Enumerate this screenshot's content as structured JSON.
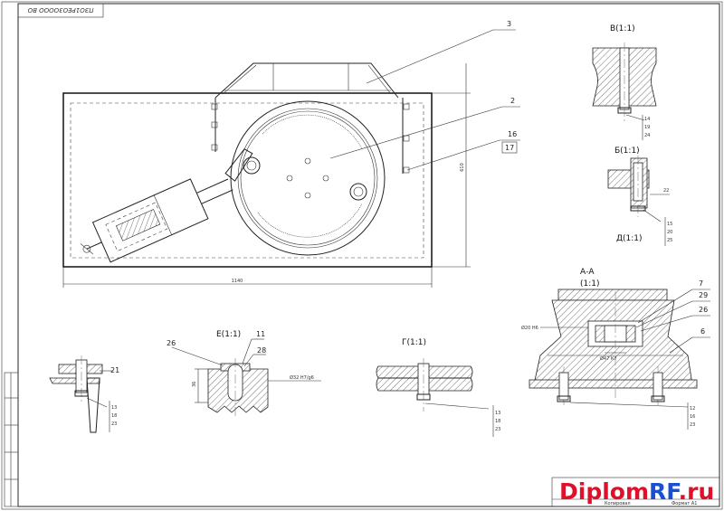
{
  "title_block": {
    "designation": "ПЗО1РЕО3ОООО ВО"
  },
  "overall_dims": {
    "width": "1140",
    "height": "610"
  },
  "leaders": {
    "main_view": [
      "3",
      "2",
      "16",
      "17"
    ],
    "view_B": [
      "14",
      "19",
      "24"
    ],
    "view_Bb": [
      "22",
      "15",
      "20",
      "25"
    ],
    "view_AA": [
      "7",
      "29",
      "26",
      "6",
      "12",
      "16",
      "23"
    ],
    "view_E": [
      "26",
      "11",
      "28"
    ],
    "view_G": [
      "13",
      "18",
      "23"
    ],
    "view_left": [
      "21",
      "13",
      "18",
      "23"
    ]
  },
  "sections": {
    "view_B": "В(1:1)",
    "view_Bb": "Б(1:1)",
    "view_D": "Д(1:1)",
    "view_AA_name": "А-А",
    "view_AA_scale": "(1:1)",
    "view_E": "Е(1:1)",
    "view_G": "Г(1:1)"
  },
  "dims": {
    "fit_aa": "Ø20 Н6",
    "fit_aa_inner": "Ø47 К7",
    "fit_e": "Ø32 Н7/g6",
    "e_height": "36"
  },
  "footer": {
    "copy_label": "Копировал",
    "format_label": "Формат  А1"
  },
  "watermark": {
    "brand_main": "Diplom",
    "brand_accent": "RF",
    "brand_tld": ".ru",
    "colors": {
      "main": "#e0102a",
      "accent": "#1a4fd0"
    }
  }
}
